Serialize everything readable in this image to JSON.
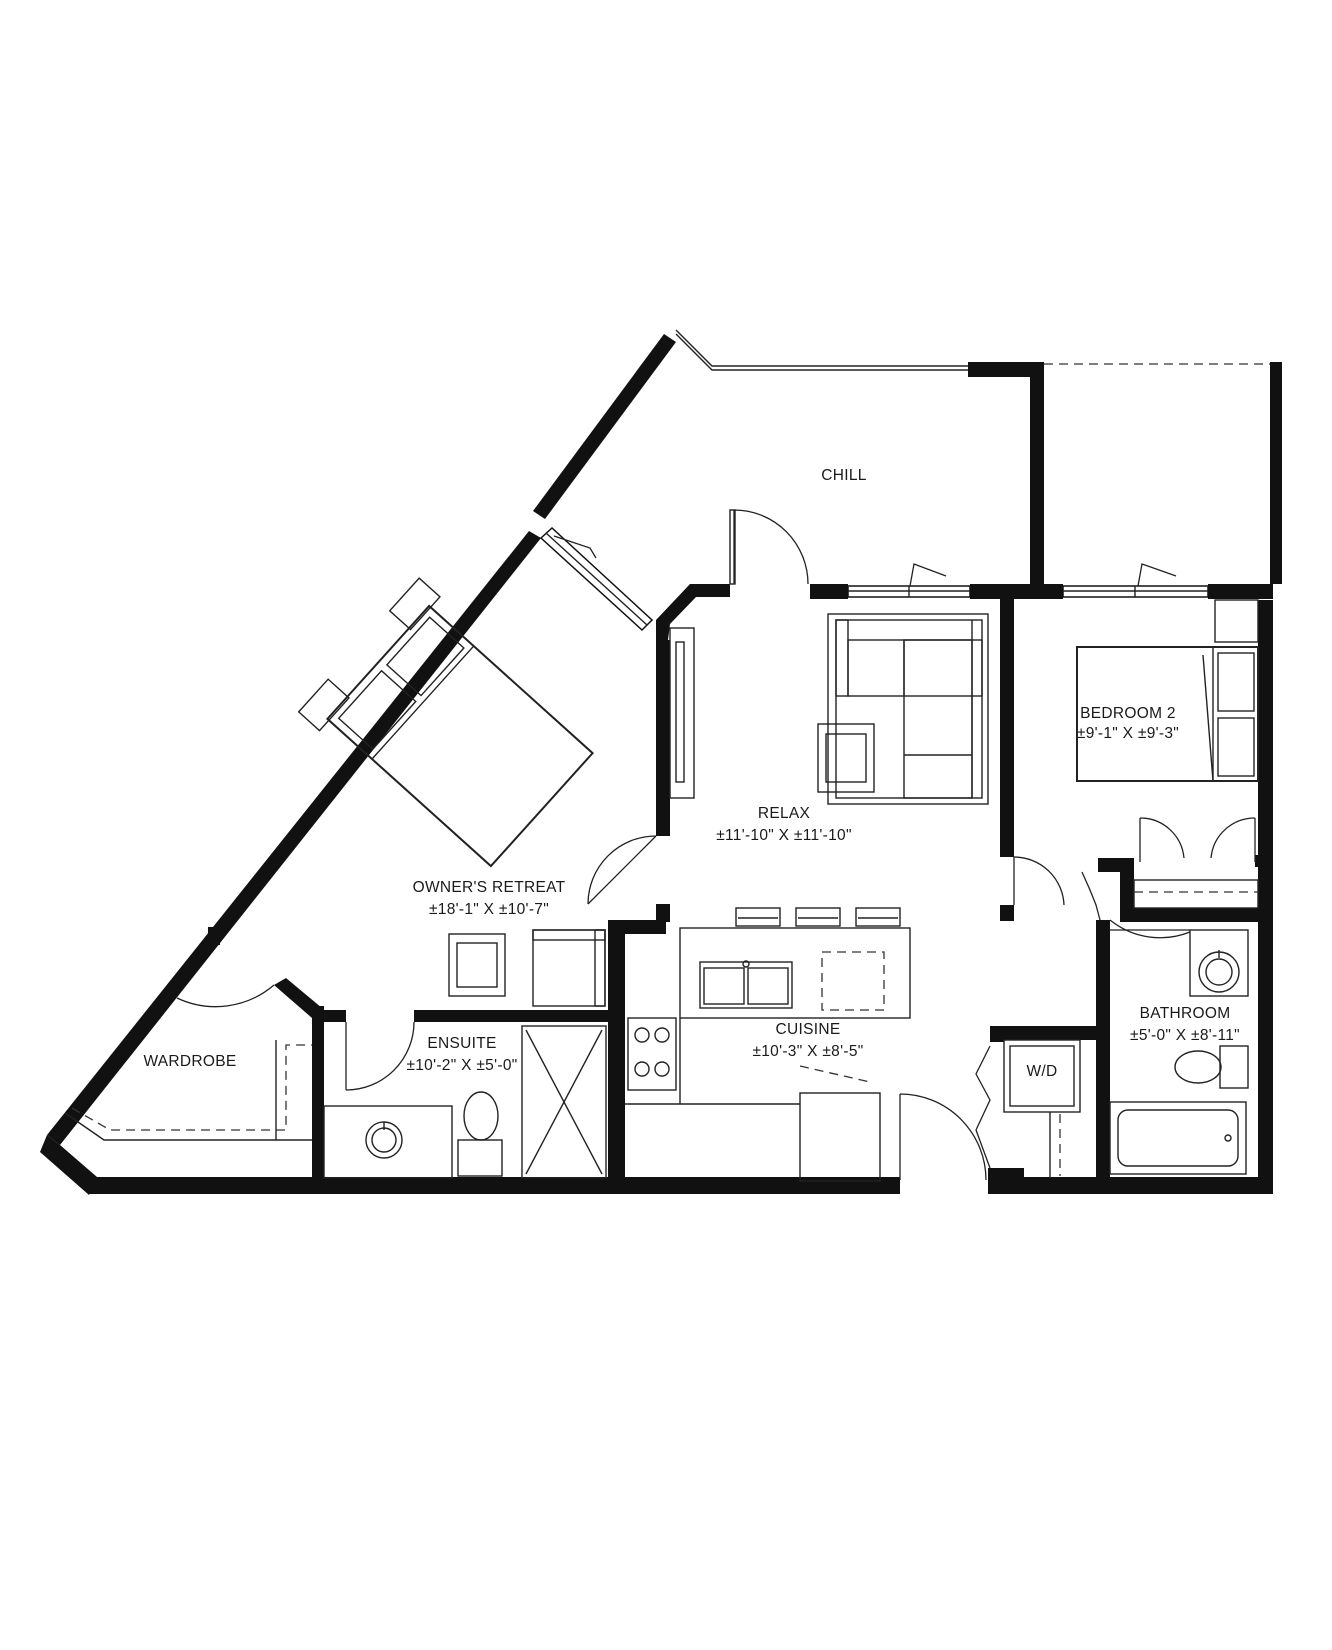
{
  "rooms": {
    "chill": {
      "name": "CHILL"
    },
    "relax": {
      "name": "RELAX",
      "size": "±11'-10\" X ±11'-10\""
    },
    "bedroom2": {
      "name": "BEDROOM 2",
      "size": "±9'-1\" X ±9'-3\""
    },
    "owners_retreat": {
      "name": "OWNER'S RETREAT",
      "size": "±18'-1\" X ±10'-7\""
    },
    "wardrobe": {
      "name": "WARDROBE"
    },
    "ensuite": {
      "name": "ENSUITE",
      "size": "±10'-2\" X ±5'-0\""
    },
    "cuisine": {
      "name": "CUISINE",
      "size": "±10'-3\" X ±8'-5\""
    },
    "laundry": {
      "name": "W/D"
    },
    "bathroom": {
      "name": "BATHROOM",
      "size": "±5'-0\" X ±8'-11\""
    }
  }
}
